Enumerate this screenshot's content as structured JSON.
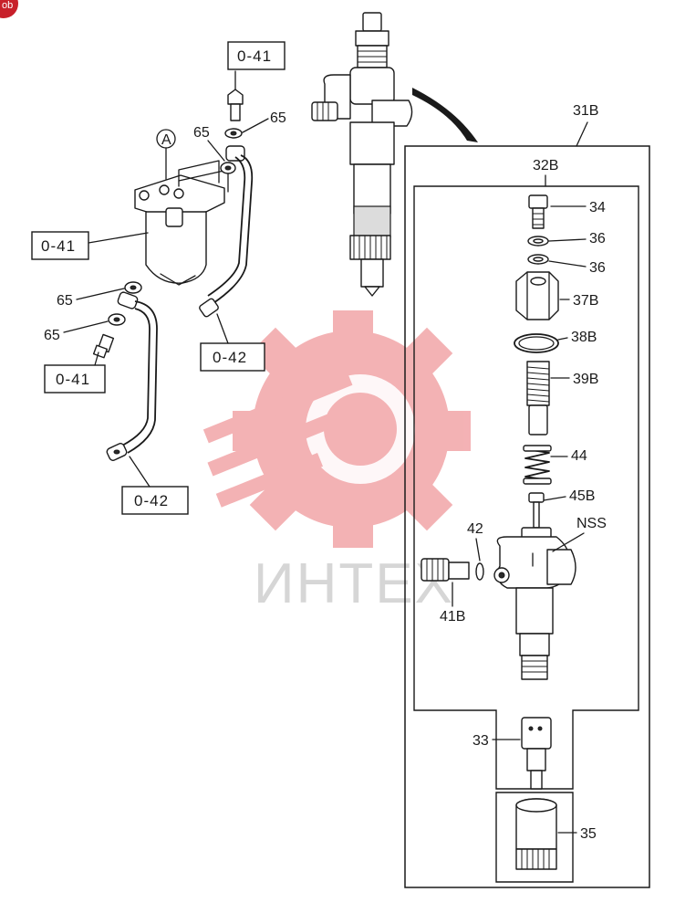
{
  "corner_badge": "ob",
  "watermark": {
    "text": "ИНТЕХ",
    "gear_color": "#f2a5a8",
    "text_color": "#d6d6d6"
  },
  "ref_boxes": {
    "top": "0-41",
    "left_mid": "0-41",
    "left_low": "0-41",
    "mid_right": "0-42",
    "bottom_left": "0-42"
  },
  "callout_a": "A",
  "labels": {
    "p65_top_left": "65",
    "p65_top_right": "65",
    "p65_left_a": "65",
    "p65_left_b": "65",
    "group_31b": "31B",
    "group_32b": "32B",
    "p34": "34",
    "p36a": "36",
    "p36b": "36",
    "p37b": "37B",
    "p38b": "38B",
    "p39b": "39B",
    "p44": "44",
    "p45b": "45B",
    "nss": "NSS",
    "p42": "42",
    "p41b": "41B",
    "p33": "33",
    "p35": "35"
  }
}
